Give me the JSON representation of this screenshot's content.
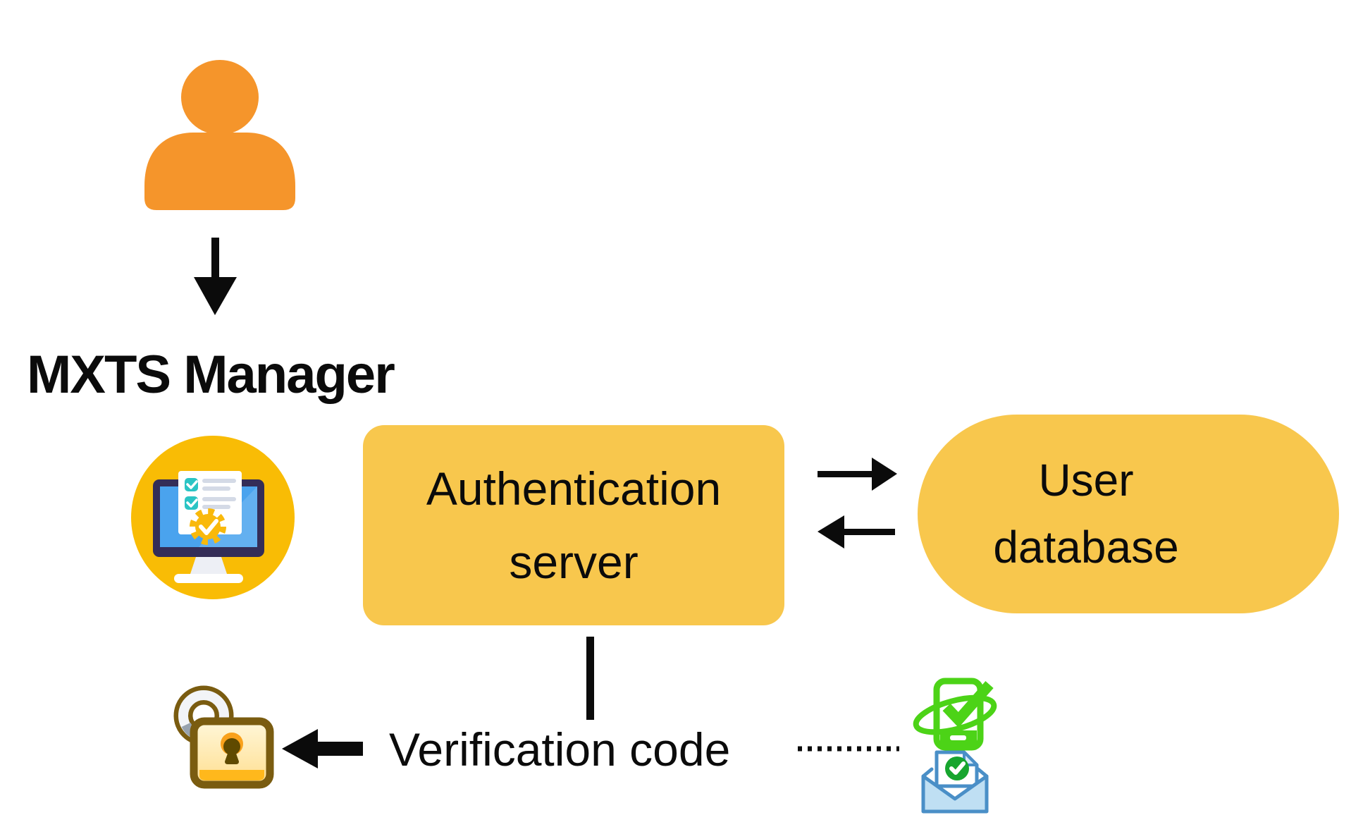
{
  "diagram": {
    "actor": {
      "label": "MXTS Manager",
      "icon": "user-silhouette-icon"
    },
    "nodes": {
      "auth_server": {
        "line1": "Authentication",
        "line2": "server"
      },
      "user_database": {
        "line1": "User",
        "line2": "database"
      }
    },
    "annotations": {
      "verification_code": "Verification code"
    },
    "icons": {
      "user": "user-silhouette-icon",
      "verified_system": "monitor-checklist-gear-icon",
      "lock": "open-padlock-icon",
      "phone_verified": "phone-checkmark-orbit-icon",
      "email_verified": "envelope-checkmark-icon"
    },
    "connectors": {
      "user_to_manager": "down-arrow",
      "auth_to_db": "right-arrow",
      "db_to_auth": "left-arrow",
      "auth_to_code": "vertical-line",
      "code_to_lock": "left-arrow",
      "code_to_channels": "dotted-line"
    }
  },
  "colors": {
    "person_orange": "#F5952B",
    "node_yellow": "#F8C74D",
    "badge_gold": "#F9BC05",
    "monitor_navy": "#342D57",
    "screen_blue": "#4AA3EE",
    "teal_check": "#2BC4C4",
    "gear_gold": "#F9B90B",
    "lock_brown": "#7A5C10",
    "lock_strip": "#FFB81C",
    "green_accent": "#4CD317",
    "badge_green": "#17A52E",
    "envelope_blue": "#4A8FC7",
    "envelope_fill": "#BFDFF3",
    "text_black": "#0B0B0B"
  }
}
